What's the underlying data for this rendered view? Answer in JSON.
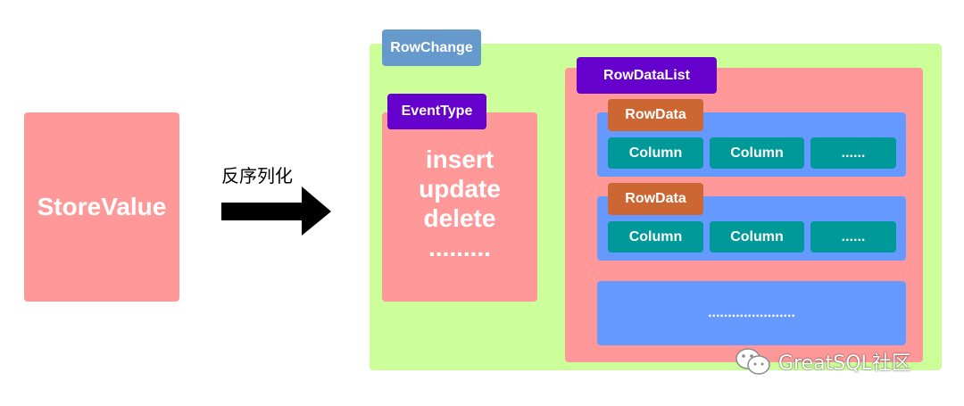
{
  "store_value": "StoreValue",
  "arrow_label": "反序列化",
  "row_change": {
    "label": "RowChange",
    "event_type": {
      "label": "EventType",
      "values": [
        "insert",
        "update",
        "delete",
        "........."
      ]
    },
    "row_data_list": {
      "label": "RowDataList",
      "rows": [
        {
          "label": "RowData",
          "columns": [
            "Column",
            "Column",
            "......"
          ]
        },
        {
          "label": "RowData",
          "columns": [
            "Column",
            "Column",
            "......"
          ]
        }
      ],
      "more": "......................"
    }
  },
  "watermark": "GreatSQL社区",
  "colors": {
    "store_value": "#ff9999",
    "row_change_bg": "#ccff99",
    "row_change_tag": "#6699cc",
    "event_type_tag": "#6600cc",
    "row_data_list_tag": "#6600cc",
    "row_data_bg": "#6699ff",
    "row_data_tag": "#cc6633",
    "column": "#009999"
  }
}
